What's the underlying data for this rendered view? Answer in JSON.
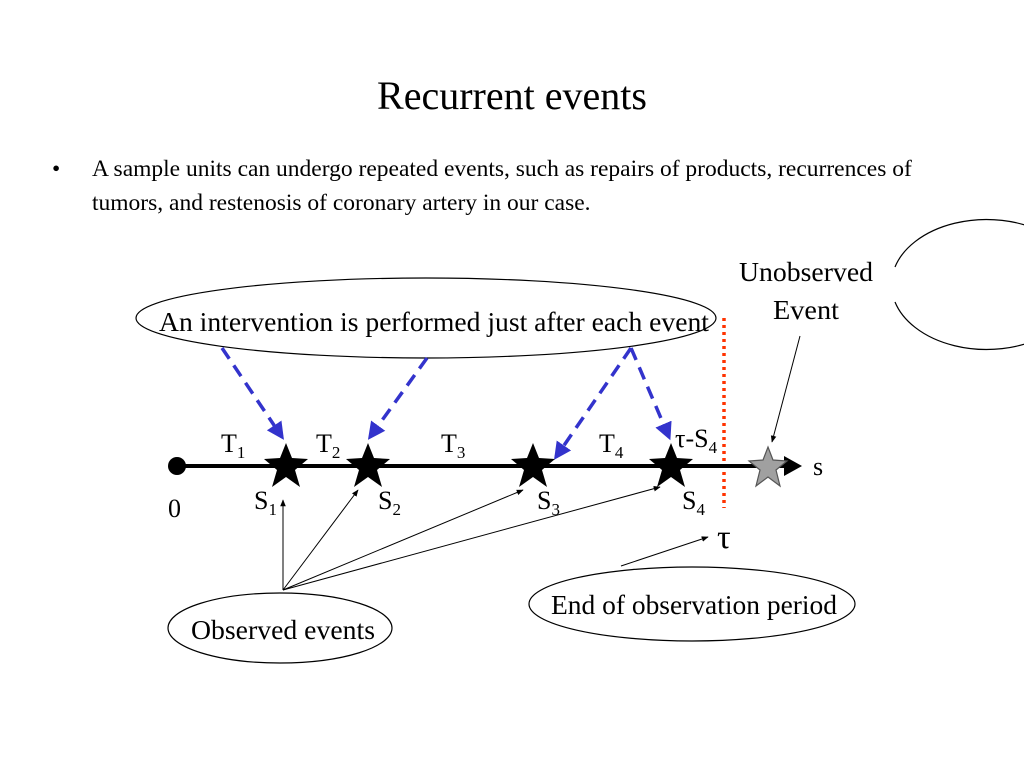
{
  "slide": {
    "title": "Recurrent events",
    "bullet_marker": "•",
    "bullet_text": "A sample units can undergo repeated events, such as repairs of products, recurrences of tumors, and restenosis of coronary artery in our case."
  },
  "diagram": {
    "intervention_label": "An intervention is performed just after each event",
    "unobserved_line1": "Unobserved",
    "unobserved_line2": "Event",
    "observed_label": "Observed events",
    "end_label": "End of observation period",
    "origin_label": "0",
    "axis_label": "s",
    "tau_symbol": "τ",
    "gaps": [
      {
        "base": "T",
        "sub": "1"
      },
      {
        "base": "T",
        "sub": "2"
      },
      {
        "base": "T",
        "sub": "3"
      },
      {
        "base": "T",
        "sub": "4"
      }
    ],
    "events": [
      {
        "base": "S",
        "sub": "1"
      },
      {
        "base": "S",
        "sub": "2"
      },
      {
        "base": "S",
        "sub": "3"
      },
      {
        "base": "S",
        "sub": "4"
      }
    ],
    "censor_gap": {
      "prefix": "τ-S",
      "sub": "4"
    },
    "colors": {
      "intervention_arrows": "#3333cc",
      "censor_line": "#ff3300",
      "observed_star": "#000000",
      "unobserved_star": "#a0a0a0"
    }
  }
}
